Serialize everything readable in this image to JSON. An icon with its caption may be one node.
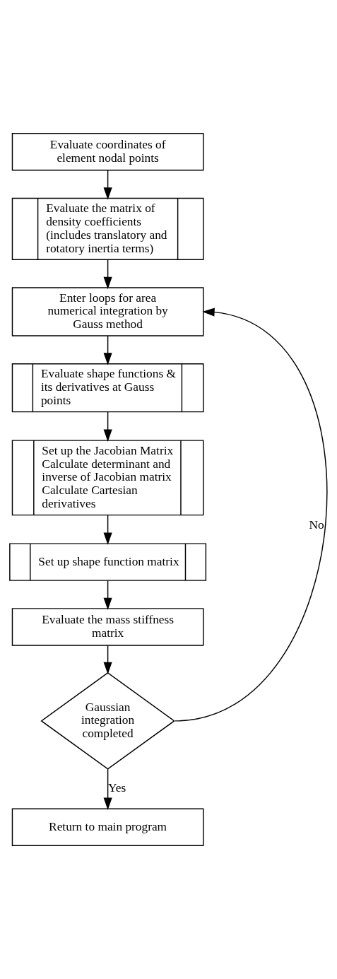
{
  "diagram": {
    "nodes": [
      {
        "text": [
          "Evaluate coordinates of element nodal points"
        ]
      },
      {
        "text": [
          "Evaluate the matrix of density coefficients (includes translatory and rotatory inertia terms)"
        ]
      },
      {
        "text": [
          "Enter loops for area numerical integration by Gauss method"
        ]
      },
      {
        "text": [
          "Evaluate shape functions & its derivatives at Gauss points"
        ]
      },
      {
        "text": [
          "Set up the Jacobian Matrix",
          "Calculate determinant and inverse of Jacobian matrix",
          "Calculate Cartesian derivatives"
        ]
      },
      {
        "text": [
          "Set up shape function matrix"
        ]
      },
      {
        "text": [
          "Evaluate the mass stiffness matrix"
        ]
      },
      {
        "text": [
          "Gaussian integration completed"
        ]
      },
      {
        "text": [
          "Return to main program"
        ]
      }
    ],
    "edges": [
      {
        "from": 0,
        "to": 1,
        "arrow": "to"
      },
      {
        "from": 1,
        "to": 2,
        "arrow": "to"
      },
      {
        "from": 2,
        "to": 3,
        "arrow": "to"
      },
      {
        "from": 3,
        "to": 4,
        "arrow": "to"
      },
      {
        "from": 4,
        "to": 5,
        "arrow": "to"
      },
      {
        "from": 5,
        "to": 6,
        "arrow": "to"
      },
      {
        "from": 6,
        "to": 7,
        "arrow": "to"
      },
      {
        "from": 7,
        "to": 8,
        "arrow": "to",
        "label": "Yes"
      },
      {
        "from": 7,
        "to": 2,
        "arrow": "to",
        "label": "No"
      }
    ]
  }
}
